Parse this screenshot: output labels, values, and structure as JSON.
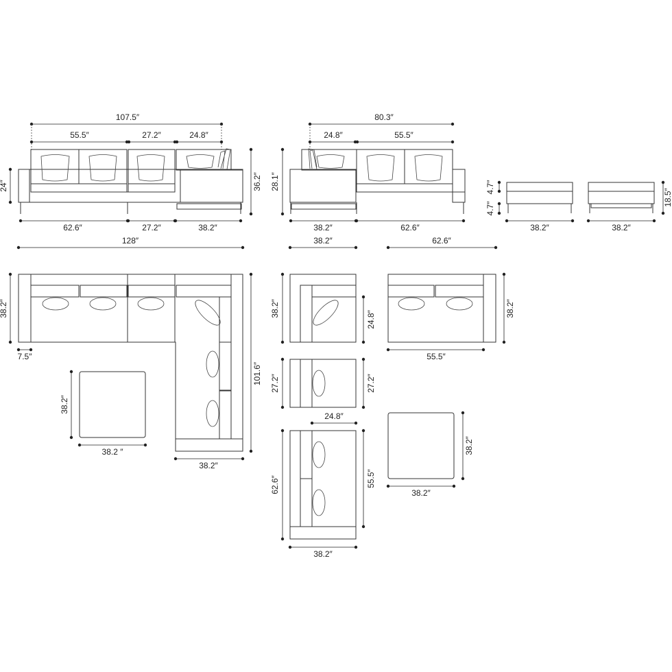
{
  "unit": "″",
  "colors": {
    "line": "#333333",
    "dim": "#222222",
    "background": "#ffffff"
  },
  "views": {
    "front_left": {
      "d_overall": "107.5″",
      "d_sofa": "55.5″",
      "d_armless": "27.2″",
      "d_chaise_seat": "24.8″",
      "d_height": "24″",
      "d_back_height": "36.2″",
      "d_sofa_width": "62.6″",
      "d_armless_width": "27.2″",
      "d_chaise_width": "38.2″"
    },
    "front_right": {
      "d_overall": "80.3″",
      "d_chaise_seat": "24.8″",
      "d_sofa": "55.5″",
      "d_back_height": "28.1″",
      "d_chaise_width": "38.2″",
      "d_sofa_width": "62.6″"
    },
    "ottoman_side_a": {
      "d_top": "4.7″",
      "d_legs": "4.7″",
      "d_width": "38.2″"
    },
    "ottoman_side_b": {
      "d_width": "38.2″",
      "d_height": "18.5″"
    },
    "plan_sectional": {
      "d_overall": "128″",
      "d_depth": "38.2″",
      "d_arm": "7.5″",
      "d_total_depth": "101.6″",
      "d_chaise_width": "38.2″"
    },
    "plan_ottoman": {
      "d_depth": "38.2″",
      "d_width": "38.2 ″"
    },
    "plan_chaise_piece": {
      "d_width": "38.2″",
      "d_depth": "38.2″",
      "d_seat": "24.8″"
    },
    "plan_sofa_piece": {
      "d_width": "62.6″",
      "d_depth": "38.2″",
      "d_seat": "55.5″"
    },
    "plan_armless": {
      "d_left": "27.2″",
      "d_right": "27.2″"
    },
    "plan_long_piece": {
      "d_seat_depth": "24.8″",
      "d_length": "62.6″",
      "d_seat": "55.5″",
      "d_width": "38.2″"
    },
    "plan_ottoman_2": {
      "d_depth": "38.2″",
      "d_width": "38.2″"
    }
  }
}
